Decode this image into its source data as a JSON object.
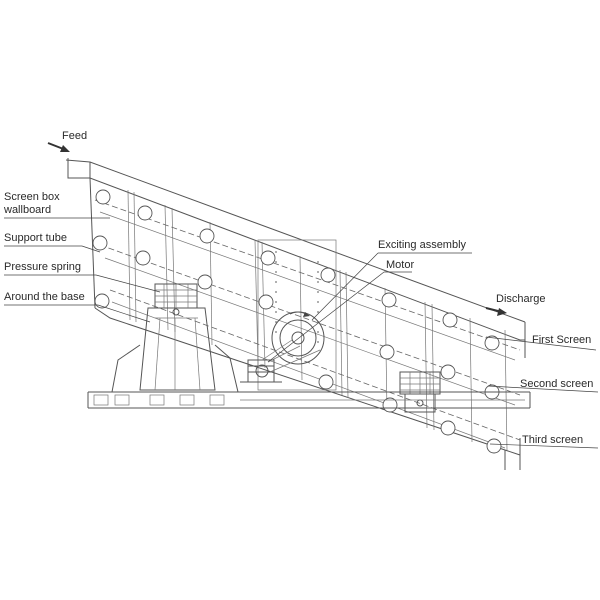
{
  "labels": {
    "feed": "Feed",
    "screen_box_wallboard_line1": "Screen box",
    "screen_box_wallboard_line2": "wallboard",
    "support_tube": "Support tube",
    "pressure_spring": "Pressure spring",
    "around_the_base": "Around the base",
    "exciting_assembly": "Exciting assembly",
    "motor": "Motor",
    "discharge": "Discharge",
    "first_screen": "First Screen",
    "second_screen": "Second screen",
    "third_screen": "Third screen"
  },
  "colors": {
    "line": "#555555",
    "text": "#2a2a2a",
    "background": "#ffffff"
  }
}
